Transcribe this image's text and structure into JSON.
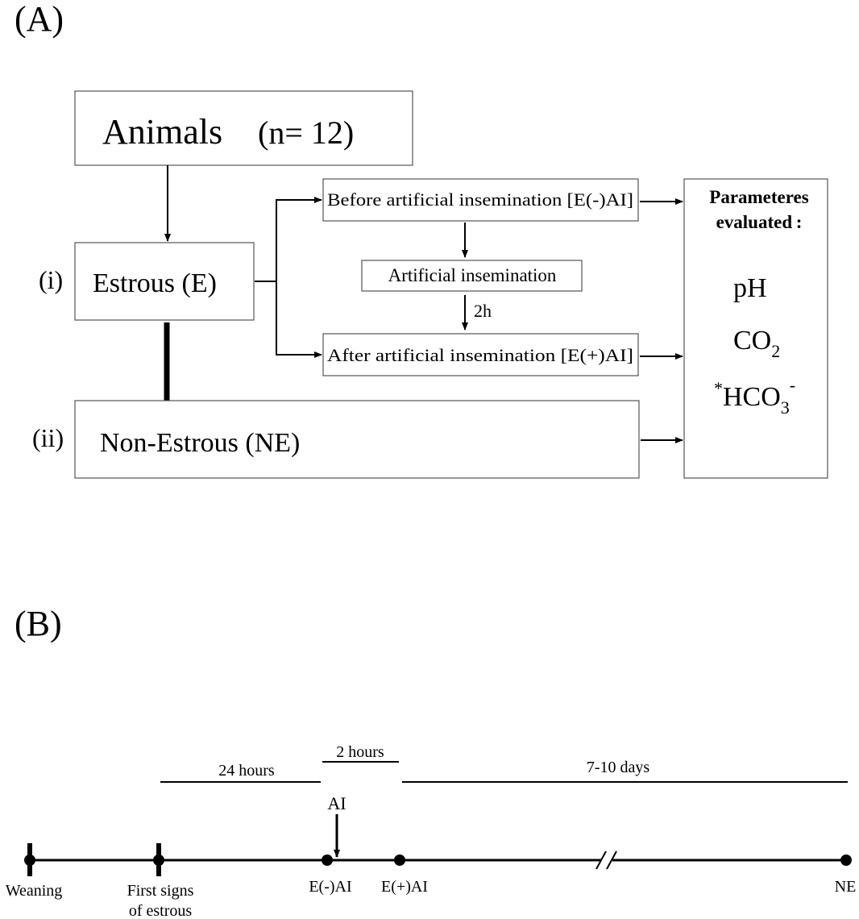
{
  "panel_a": {
    "label": "(A)",
    "animals": "Animals",
    "animals_n": "(n= 12)",
    "row_i": "(i)",
    "row_ii": "(ii)",
    "estrous": "Estrous (E)",
    "non_estrous": "Non-Estrous (NE)",
    "before_ai": "Before artificial insemination [E(-)AI]",
    "artificial_insemination": "Artificial insemination",
    "two_h": "2h",
    "after_ai": "After artificial insemination [E(+)AI]",
    "params_title_1": "Parameteres",
    "params_title_2": "evaluated :",
    "param_ph": "pH",
    "param_co2_base": "CO",
    "param_co2_sub": "2",
    "param_hco3_sup1": "*",
    "param_hco3_base": "HCO",
    "param_hco3_sub": "3",
    "param_hco3_sup2": "-"
  },
  "panel_b": {
    "label": "(B)",
    "dur_24h": "24 hours",
    "dur_2h": "2 hours",
    "dur_7_10d": "7-10 days",
    "ai_label": "AI",
    "weaning": "Weaning",
    "first_signs_1": "First signs",
    "first_signs_2": "of estrous",
    "e_minus_ai": "E(-)AI",
    "e_plus_ai": "E(+)AI",
    "ne": "NE"
  }
}
